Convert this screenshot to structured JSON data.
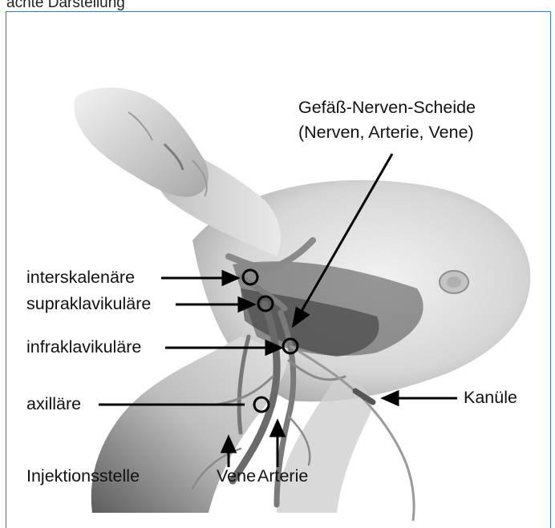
{
  "caption": "ächte Darstellung",
  "labels": {
    "sheath_line1": "Gefäß-Nerven-Scheide",
    "sheath_line2": "(Nerven, Arterie, Vene)",
    "interscalene": "interskalenäre",
    "supraclavicular": "supraklavikuläre",
    "infraclavicular": "infraklavikuläre",
    "axillary": "axilläre",
    "cannula": "Kanüle",
    "injection_site": "Injektionsstelle",
    "vein": "Vene",
    "artery": "Arterie"
  },
  "colors": {
    "frame": "#2f7fc0",
    "ink": "#111111",
    "skin_light": "#e6e6e6",
    "skin_dark": "#8c8c8c"
  }
}
